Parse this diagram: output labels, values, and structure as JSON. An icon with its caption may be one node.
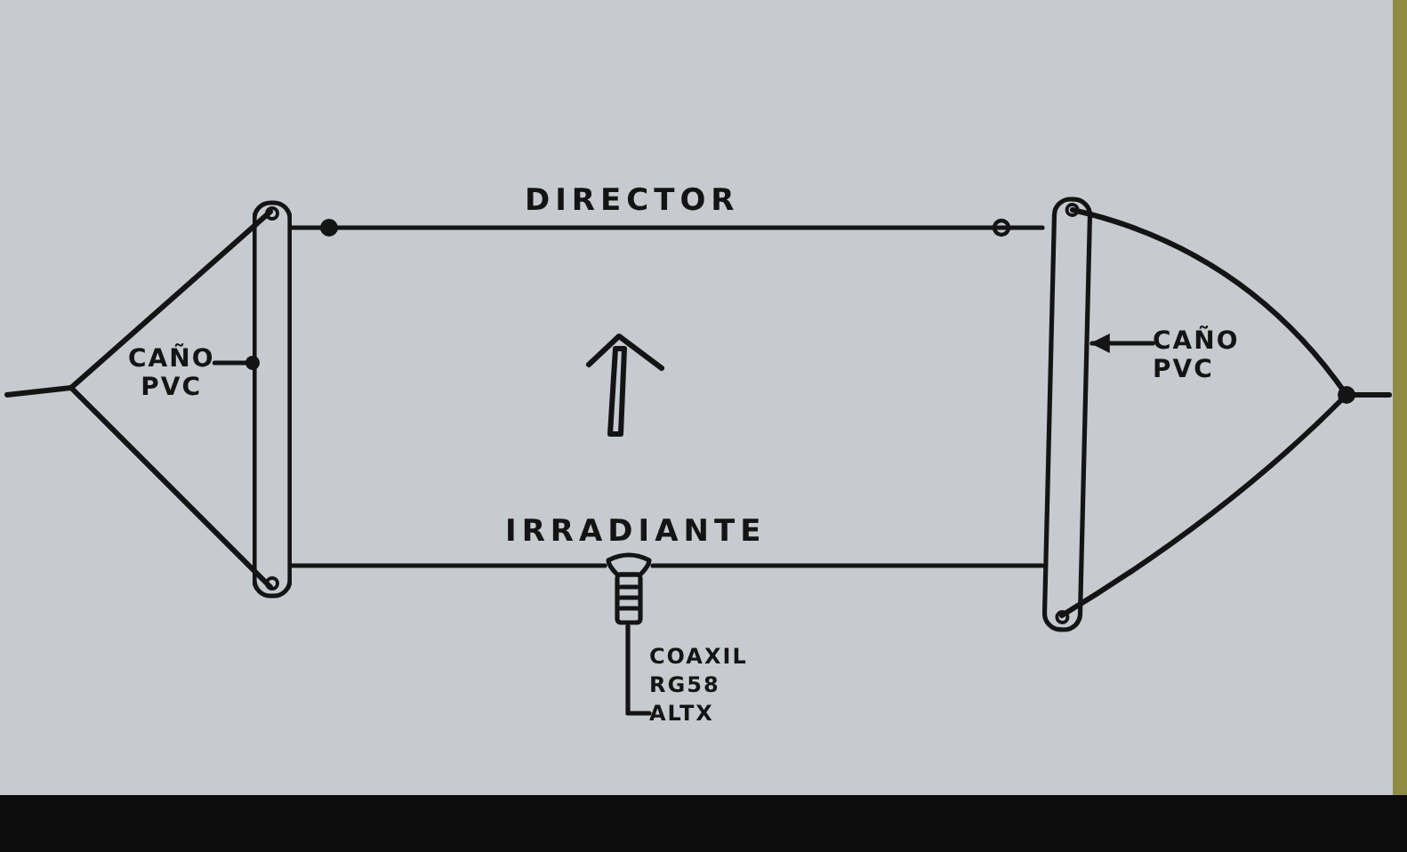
{
  "diagram": {
    "nodes": [
      {
        "text": [
          "CAÑO PVC"
        ]
      },
      {
        "text": [],
        "shape": "bar"
      },
      {
        "text": [
          "CAÑO PVC"
        ]
      },
      {
        "text": [],
        "shape": "bar"
      },
      {
        "text": [],
        "shape": "picture"
      },
      {
        "text": [
          "COAXIL RG58 ALTX"
        ]
      }
    ],
    "edges": [
      {
        "from": 1,
        "to": 3,
        "arrow": "none",
        "label": "DIRECTOR"
      },
      {
        "from": 0,
        "to": 1,
        "arrow": "other"
      },
      {
        "from": 2,
        "to": 3,
        "arrow": "to"
      },
      {
        "from": 1,
        "to": 4,
        "arrow": "none",
        "label": "IRRADIANTE"
      },
      {
        "from": 4,
        "to": 3,
        "arrow": "none"
      },
      {
        "from": 4,
        "to": 5,
        "arrow": "none"
      }
    ]
  }
}
